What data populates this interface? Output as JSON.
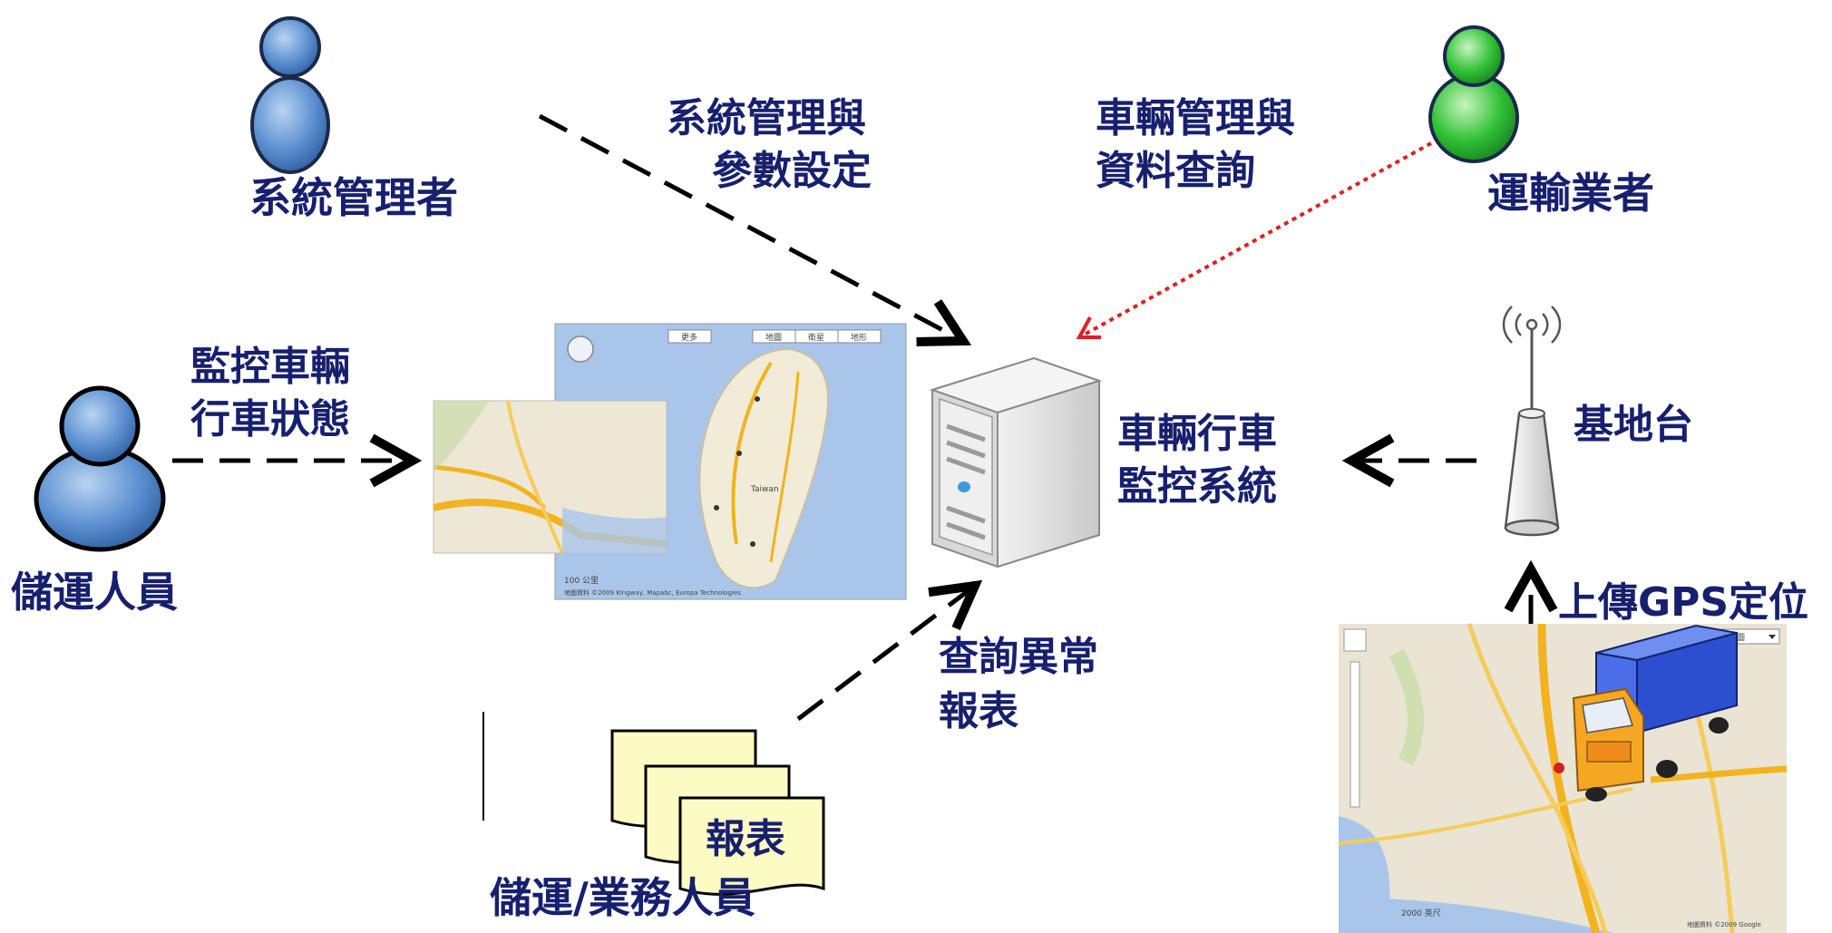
{
  "actors": {
    "sysadmin": "系統管理者",
    "transport": "運輸業者",
    "storage": "儲運人員",
    "business": "儲運/業務人員"
  },
  "flows": {
    "sys_config": [
      "系統管理與",
      "參數設定"
    ],
    "vehicle_query": [
      "車輛管理與",
      "資料查詢"
    ],
    "monitor_status": [
      "監控車輛",
      "行車狀態"
    ],
    "abnormal_report": [
      "查詢異常",
      "報表"
    ],
    "upload_gps": "上傳GPS定位"
  },
  "system": [
    "車輛行車",
    "監控系統"
  ],
  "base_station": "基地台",
  "report_doc": "報表",
  "map_tw": {
    "buttons": [
      "更多",
      "地圖",
      "衛星",
      "地形"
    ],
    "scale": "100 公里",
    "credit": "地圖資料 ©2009 Kingway, Mapabc, Europa Technologies",
    "place": "Taiwan"
  },
  "map_us": {
    "select": "地圖",
    "scale": "2000 英尺",
    "credit": "地圖資料 ©2009 Google"
  },
  "colors": {
    "text": "#17206e",
    "person_blue": "#5b8fd0",
    "person_green": "#2ec034",
    "dotted_red": "#e02020",
    "doc_fill": "#fdfbc4"
  }
}
